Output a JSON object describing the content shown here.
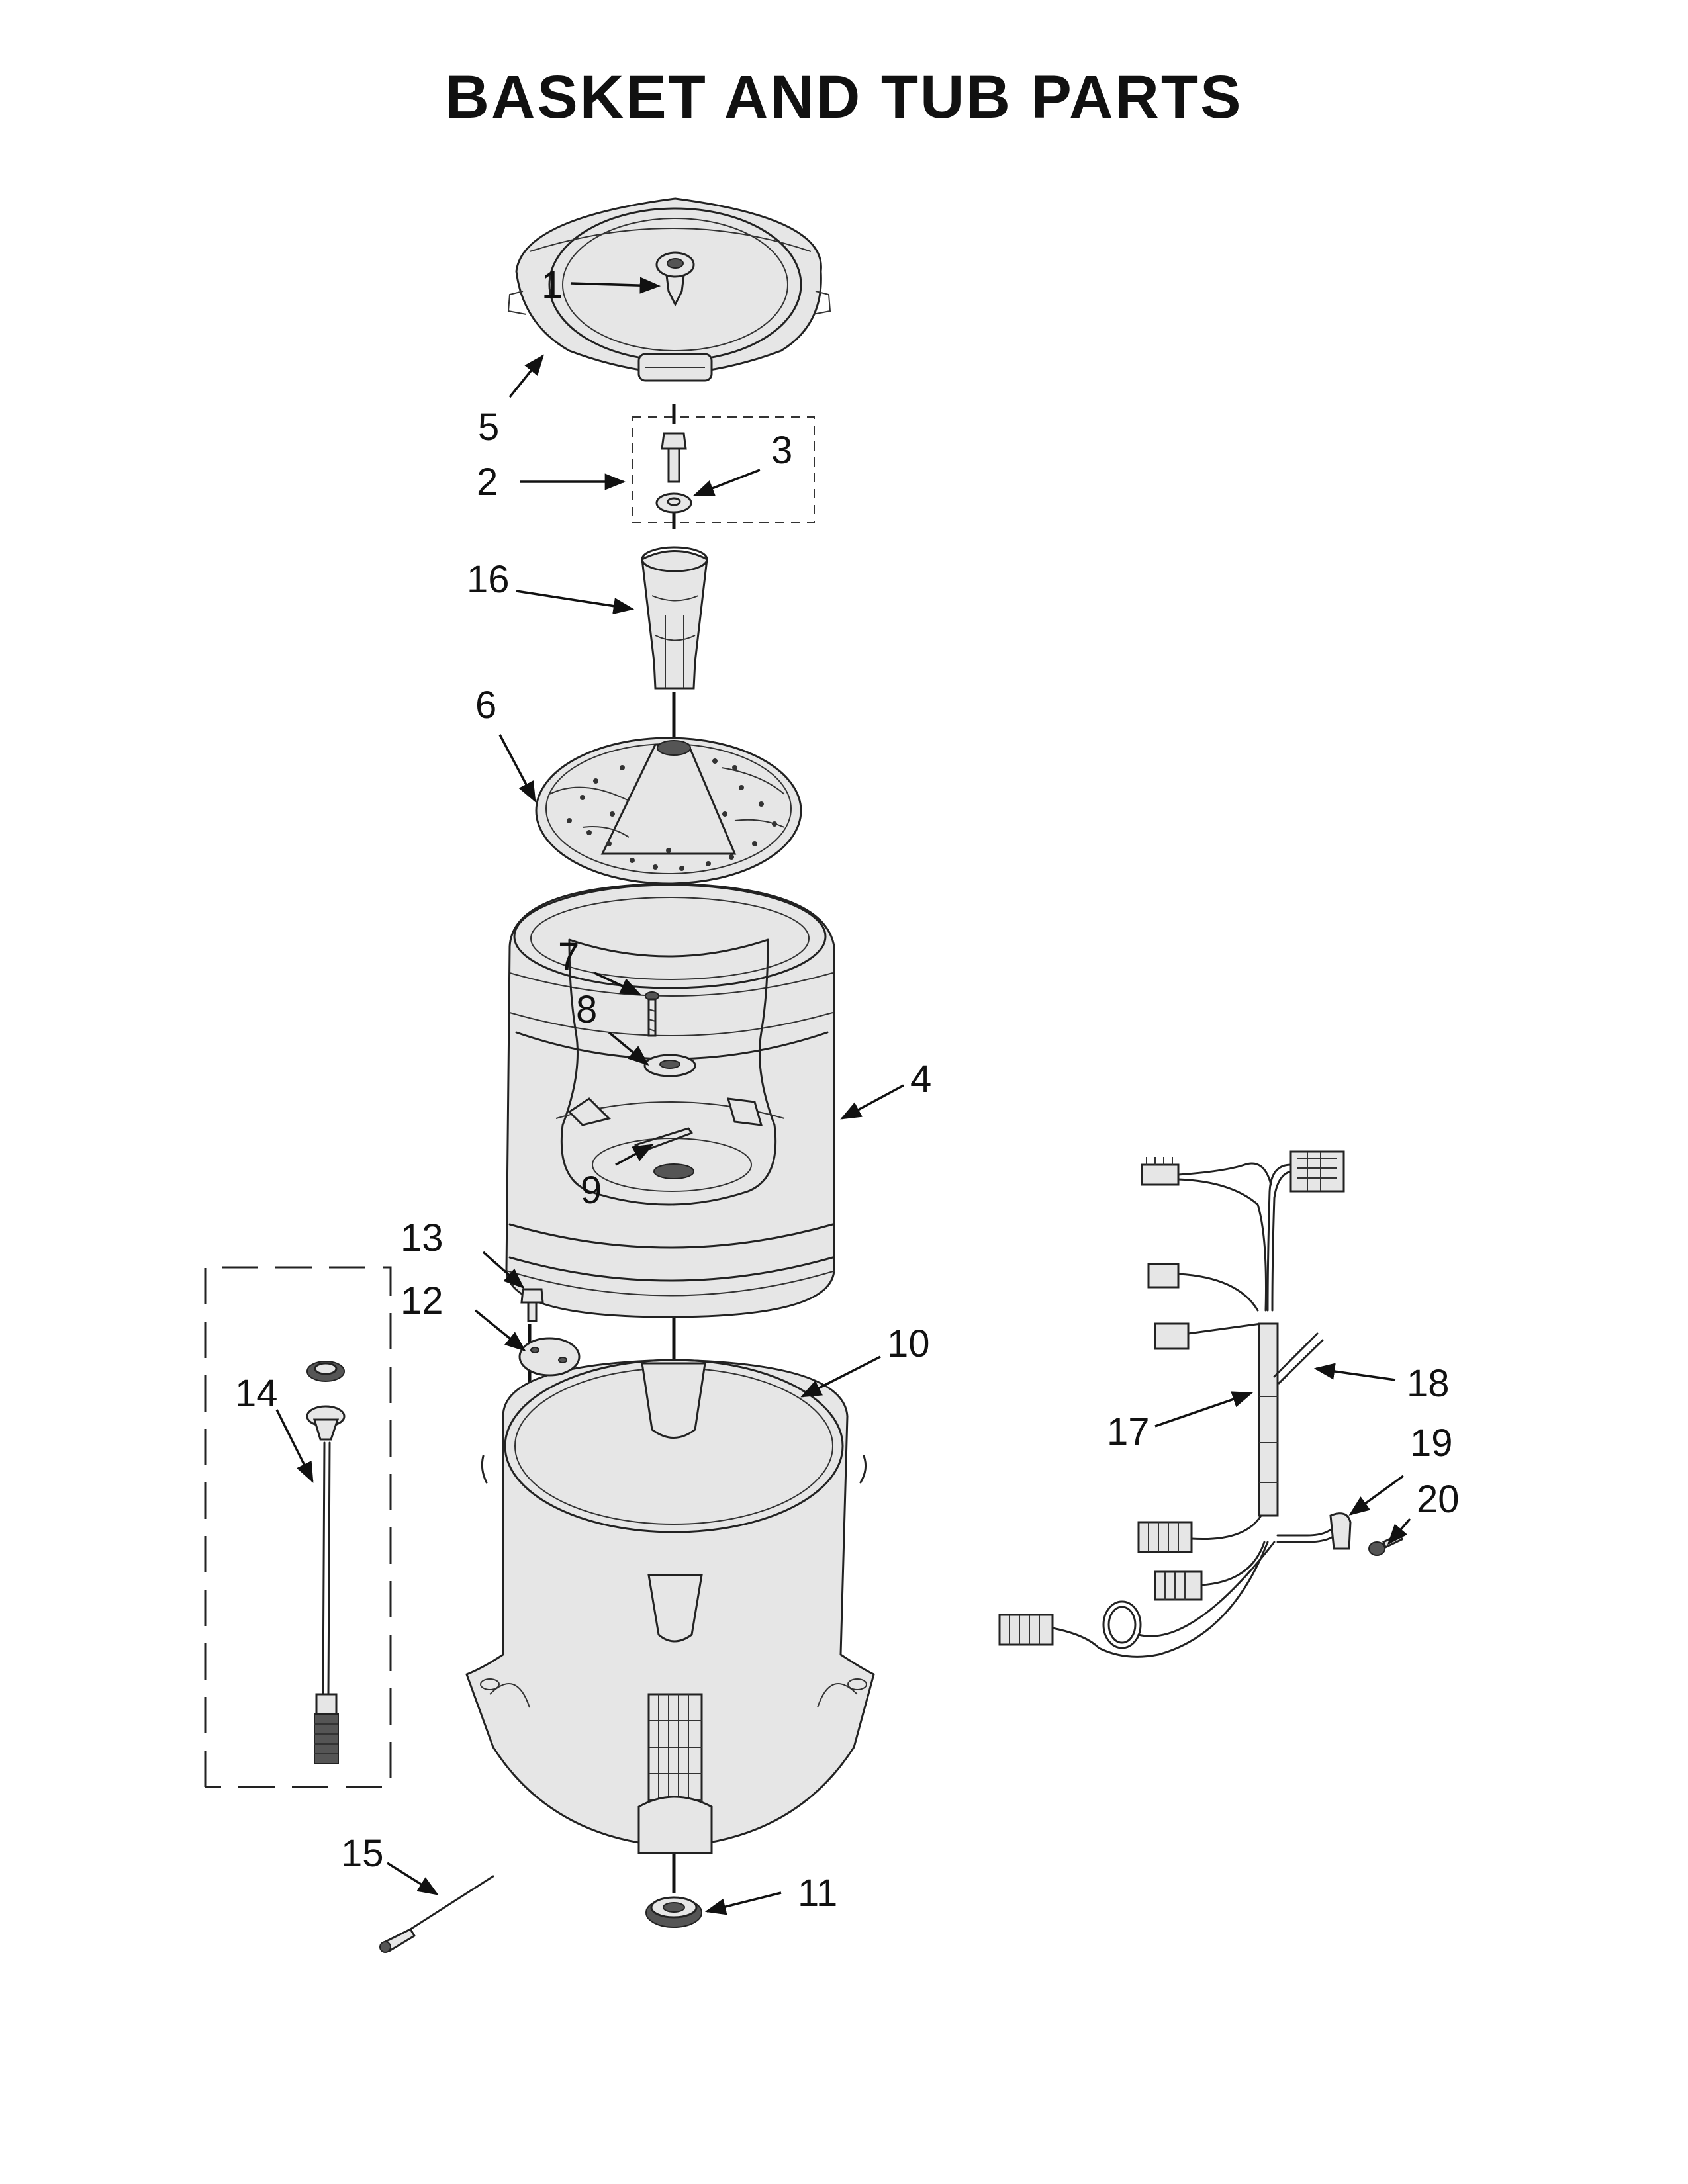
{
  "title": "BASKET AND TUB PARTS",
  "callouts": [
    {
      "id": "1",
      "text": "1"
    },
    {
      "id": "2",
      "text": "2"
    },
    {
      "id": "3",
      "text": "3"
    },
    {
      "id": "4",
      "text": "4"
    },
    {
      "id": "5",
      "text": "5"
    },
    {
      "id": "6",
      "text": "6"
    },
    {
      "id": "7",
      "text": "7"
    },
    {
      "id": "8",
      "text": "8"
    },
    {
      "id": "9",
      "text": "9"
    },
    {
      "id": "10",
      "text": "10"
    },
    {
      "id": "11",
      "text": "11"
    },
    {
      "id": "12",
      "text": "12"
    },
    {
      "id": "13",
      "text": "13"
    },
    {
      "id": "14",
      "text": "14"
    },
    {
      "id": "15",
      "text": "15"
    },
    {
      "id": "16",
      "text": "16"
    },
    {
      "id": "17",
      "text": "17"
    },
    {
      "id": "18",
      "text": "18"
    },
    {
      "id": "19",
      "text": "19"
    },
    {
      "id": "20",
      "text": "20"
    }
  ],
  "parts": [
    {
      "name": "cap-icon"
    },
    {
      "name": "bolt-icon"
    },
    {
      "name": "washer-icon"
    },
    {
      "name": "basket-icon"
    },
    {
      "name": "tub-ring-icon"
    },
    {
      "name": "impeller-icon"
    },
    {
      "name": "screw-icon"
    },
    {
      "name": "hub-icon"
    },
    {
      "name": "clip-icon"
    },
    {
      "name": "tub-icon"
    },
    {
      "name": "seal-icon"
    },
    {
      "name": "plate-icon"
    },
    {
      "name": "bolt-icon"
    },
    {
      "name": "pressure-hose-icon"
    },
    {
      "name": "rod-icon"
    },
    {
      "name": "drive-shaft-icon"
    },
    {
      "name": "wire-harness-icon"
    },
    {
      "name": "hose-icon"
    },
    {
      "name": "clamp-icon"
    },
    {
      "name": "screw-icon"
    }
  ]
}
